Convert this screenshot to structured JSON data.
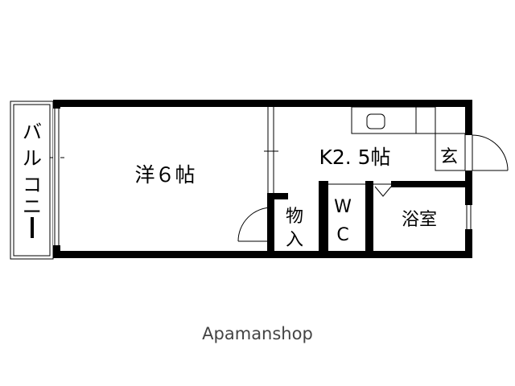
{
  "rooms": {
    "western_room": "洋６帖",
    "kitchen": "K2. 5帖",
    "entrance": "玄",
    "bath": "浴室",
    "storage_top": "物",
    "storage_bottom": "入",
    "wc_top": "W",
    "wc_bottom": "C",
    "balcony": [
      "バ",
      "ル",
      "コ",
      "ニ",
      "ー"
    ]
  },
  "watermark": "Apamanshop",
  "colors": {
    "wall": "#000000",
    "background": "#ffffff",
    "watermark": "#444444"
  }
}
